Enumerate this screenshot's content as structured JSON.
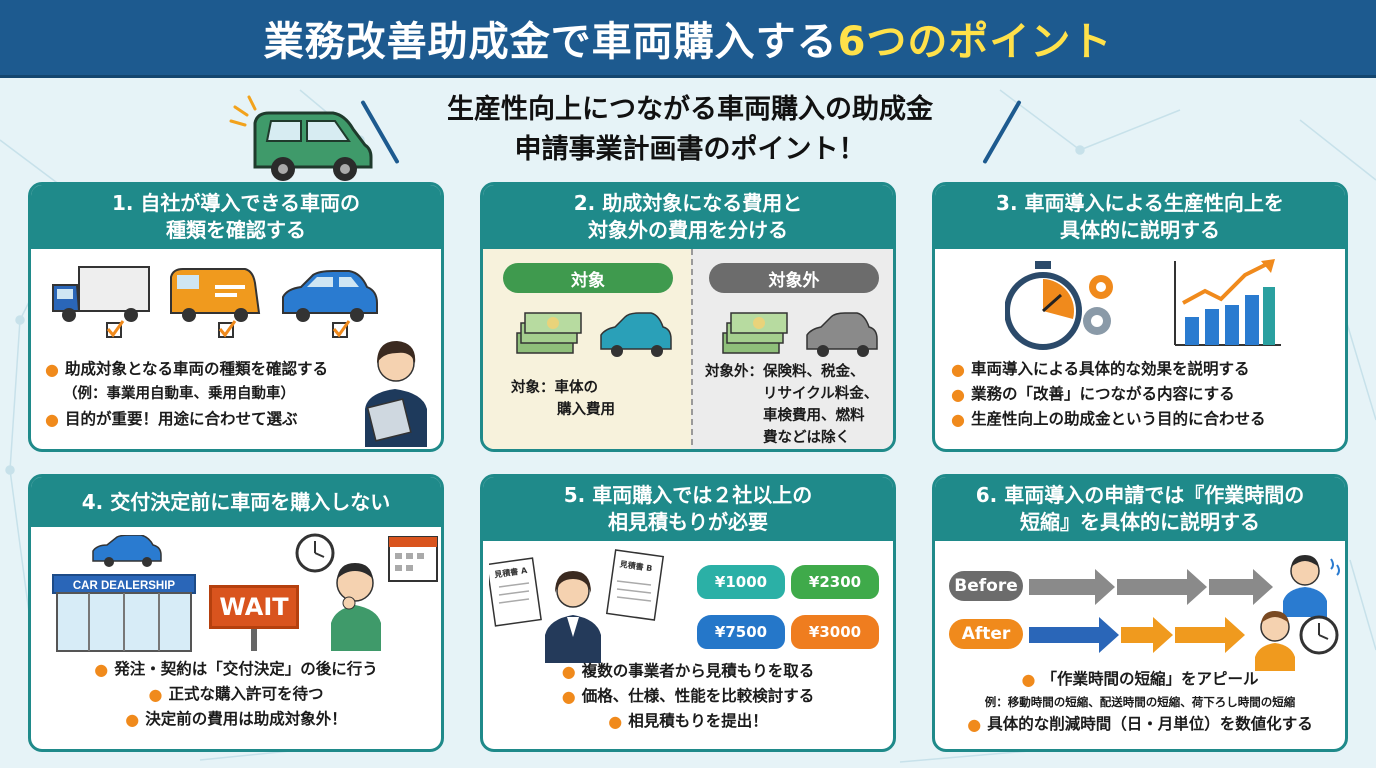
{
  "header": {
    "title_main": "業務改善助成金で車両購入する",
    "title_highlight": "6つのポイント"
  },
  "subtitle": {
    "line1": "生産性向上につながる車両購入の助成金",
    "line2": "申請事業計画書のポイント！"
  },
  "colors": {
    "header_bg": "#1d5a8f",
    "highlight": "#ffe14a",
    "card_teal": "#1f8a8a",
    "bullet_orange": "#f08a1c",
    "target_green": "#3f9a4e",
    "excluded_gray": "#6c6c6c"
  },
  "cards": [
    {
      "title_line1": "1. 自社が導入できる車両の",
      "title_line2": "種類を確認する",
      "bullets": [
        "助成対象となる車両の種類を確認する",
        "（例：事業用自動車、乗用自動車）",
        "目的が重要！用途に合わせて選ぶ"
      ],
      "icons": [
        "truck-icon",
        "van-icon",
        "car-icon",
        "checkbox-icon",
        "person-clipboard-icon"
      ]
    },
    {
      "title_line1": "2. 助成対象になる費用と",
      "title_line2": "対象外の費用を分ける",
      "target_label": "対象",
      "excluded_label": "対象外",
      "target_text_line1": "対象：車体の",
      "target_text_line2": "購入費用",
      "excluded_text_lines": [
        "対象外：保険料、税金、",
        "リサイクル料金、",
        "車検費用、燃料",
        "費などは除く"
      ],
      "icons": [
        "money-icon",
        "car-icon"
      ]
    },
    {
      "title_line1": "3. 車両導入による生産性向上を",
      "title_line2": "具体的に説明する",
      "bullets": [
        "車両導入による具体的な効果を説明する",
        "業務の「改善」につながる内容にする",
        "生産性向上の助成金という目的に合わせる"
      ],
      "icons": [
        "stopwatch-icon",
        "gear-icon",
        "bar-chart-icon"
      ]
    },
    {
      "title_line1": "4. 交付決定前に車両を購入しない",
      "sign_text": "CAR DEALERSHIP",
      "wait_text": "WAIT",
      "bullets": [
        "発注・契約は「交付決定」の後に行う",
        "正式な購入許可を待つ",
        "決定前の費用は助成対象外！"
      ],
      "icons": [
        "dealership-icon",
        "clock-icon",
        "calendar-icon",
        "thinking-person-icon"
      ]
    },
    {
      "title_line1": "5. 車両購入では２社以上の",
      "title_line2": "相見積もりが必要",
      "doc_a": "見積書 A",
      "doc_b": "見積書 B",
      "quotes": [
        {
          "label": "¥1000",
          "color": "#2bb0a6"
        },
        {
          "label": "¥2300",
          "color": "#3faa4a"
        },
        {
          "label": "¥7500",
          "color": "#2577c9"
        },
        {
          "label": "¥3000",
          "color": "#ef7d1f"
        }
      ],
      "bullets": [
        "複数の事業者から見積もりを取る",
        "価格、仕様、性能を比較検討する",
        "相見積もりを提出！"
      ],
      "icons": [
        "document-icon",
        "businesswoman-icon",
        "car-price-icon"
      ]
    },
    {
      "title_line1": "6. 車両導入の申請では『作業時間の",
      "title_line2": "短縮』を具体的に説明する",
      "before_label": "Before",
      "after_label": "After",
      "bullets": [
        "「作業時間の短縮」をアピール",
        "例：移動時間の短縮、配送時間の短縮、荷下ろし時間の短縮",
        "具体的な削減時間（日・月単位）を数値化する"
      ],
      "icons": [
        "arrow-icon",
        "tired-person-icon",
        "happy-person-icon",
        "clock-icon"
      ]
    }
  ]
}
